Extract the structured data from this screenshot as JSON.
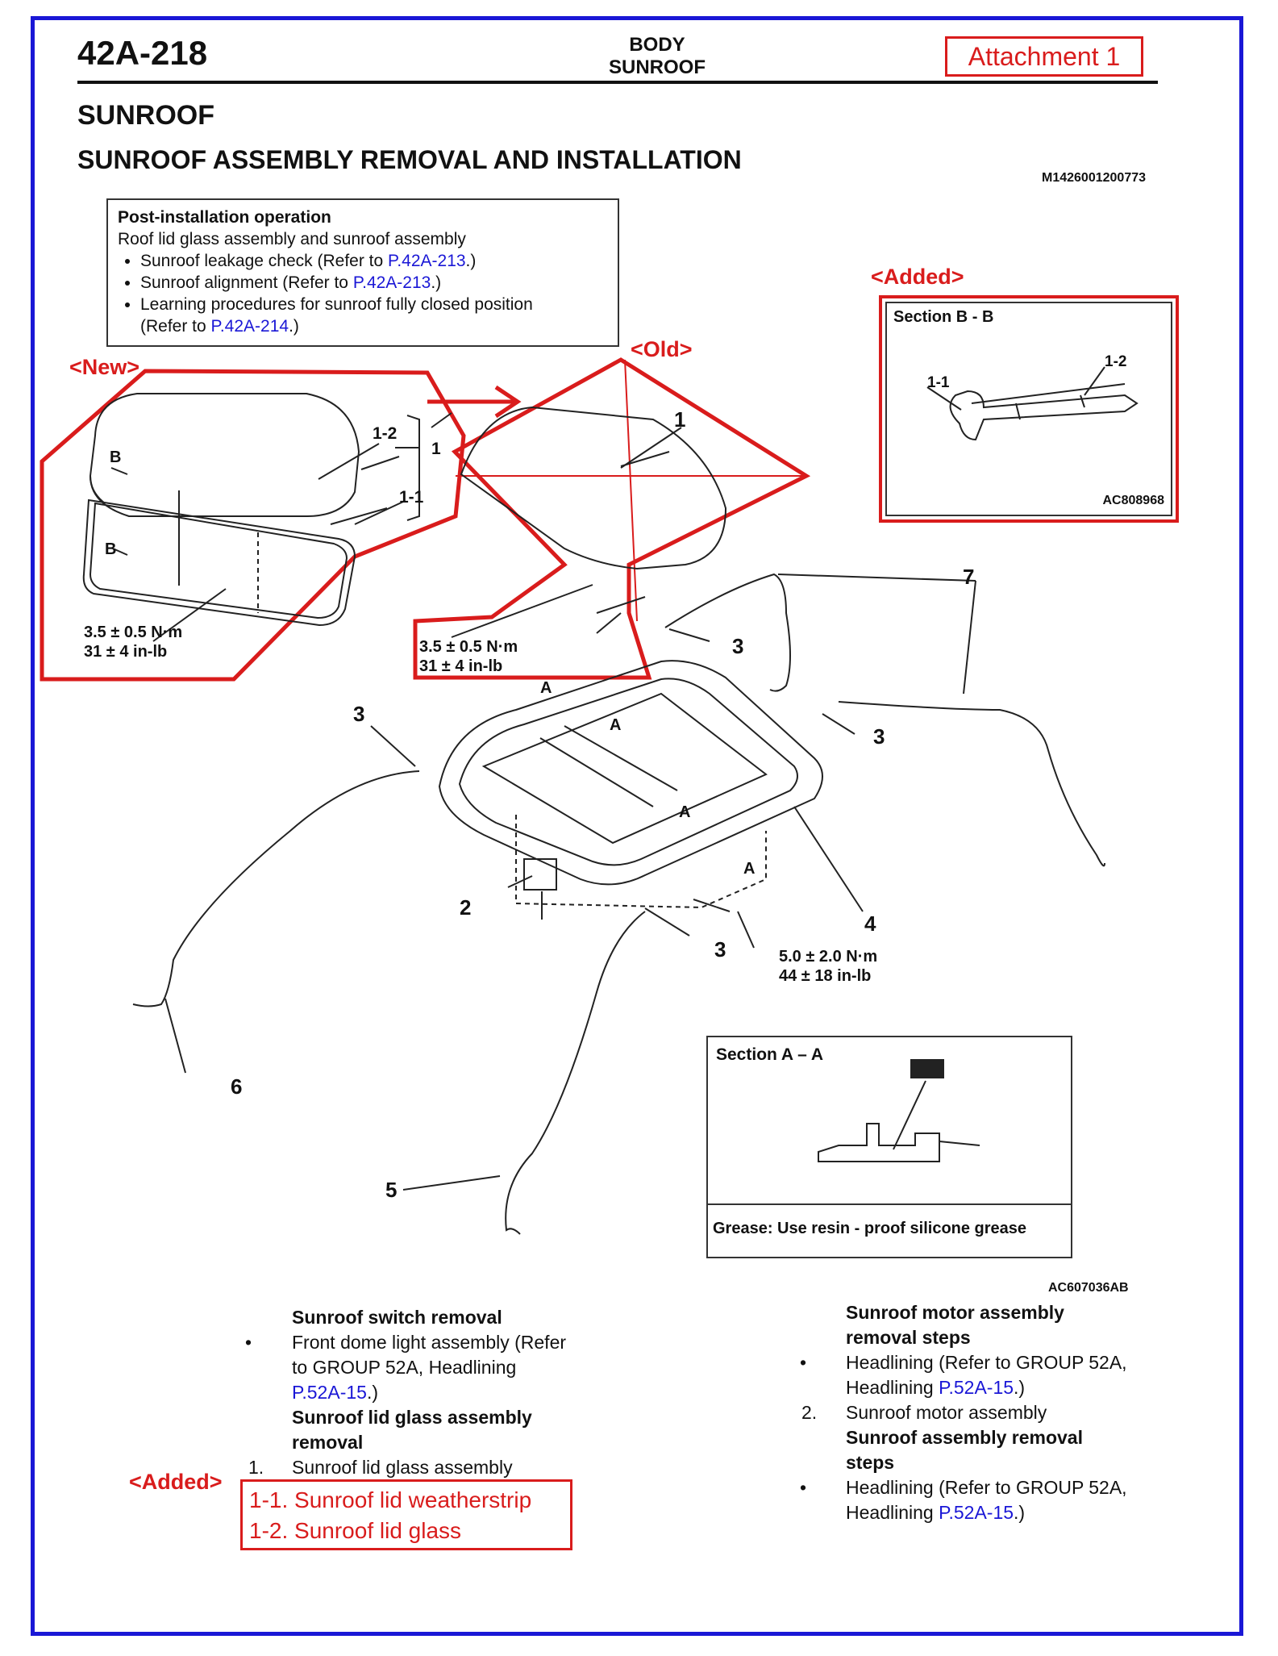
{
  "header": {
    "page_number": "42A-218",
    "section": "BODY",
    "subsection": "SUNROOF",
    "attachment": "Attachment 1"
  },
  "title": "SUNROOF",
  "subtitle": "SUNROOF ASSEMBLY REMOVAL AND INSTALLATION",
  "doc_codes": {
    "top": "M1426001200773",
    "figure": "AC607036AB",
    "section_b": "AC808968"
  },
  "post_install": {
    "heading": "Post-installation operation",
    "line": "Roof lid glass assembly and sunroof assembly",
    "items": [
      {
        "text": "Sunroof leakage check (Refer to ",
        "link": "P.42A-213",
        "tail": ".)"
      },
      {
        "text": "Sunroof alignment (Refer to ",
        "link": "P.42A-213",
        "tail": ".)"
      },
      {
        "text": "Learning procedures for sunroof fully closed position",
        "line2": "(Refer to ",
        "link": "P.42A-214",
        "tail": ".)"
      }
    ]
  },
  "tags": {
    "new": "<New>",
    "old": "<Old>",
    "added_top": "<Added>",
    "added_bottom": "<Added>"
  },
  "section_b": {
    "title": "Section B - B",
    "label_1_1": "1-1",
    "label_1_2": "1-2"
  },
  "section_a": {
    "title": "Section A – A",
    "grease": "Grease: Use resin - proof silicone grease"
  },
  "callouts": {
    "n1": "1",
    "n1_1": "1-1",
    "n1_2": "1-2",
    "n2": "2",
    "n3": "3",
    "n4": "4",
    "n5": "5",
    "n6": "6",
    "n7": "7",
    "a": "A",
    "b": "B"
  },
  "torques": {
    "new_nm": "3.5 ± 0.5 N·m",
    "new_inlb": "31 ± 4 in-lb",
    "old_nm": "3.5 ± 0.5 N·m",
    "old_inlb": "31 ± 4 in-lb",
    "frame_nm": "5.0 ± 2.0 N·m",
    "frame_inlb": "44 ± 18 in-lb"
  },
  "steps_left": {
    "switch_heading": "Sunroof switch removal",
    "switch_item_1": "Front dome light assembly (Refer",
    "switch_item_2": "to GROUP 52A, Headlining",
    "switch_link": "P.52A-15",
    "switch_tail": ".)",
    "lid_heading_1": "Sunroof lid glass assembly",
    "lid_heading_2": "removal",
    "lid_num": "1.",
    "lid_item": "Sunroof lid glass assembly",
    "added_1": "1-1. Sunroof lid weatherstrip",
    "added_2": "1-2. Sunroof lid glass"
  },
  "steps_right": {
    "motor_heading_1": "Sunroof motor assembly",
    "motor_heading_2": "removal steps",
    "motor_item_1": "Headlining (Refer to GROUP 52A,",
    "motor_item_2": "Headlining ",
    "motor_link": "P.52A-15",
    "motor_tail": ".)",
    "motor_num": "2.",
    "motor_step": "Sunroof motor assembly",
    "assy_heading_1": "Sunroof assembly removal",
    "assy_heading_2": "steps",
    "assy_item_1": "Headlining (Refer to GROUP 52A,",
    "assy_item_2": "Headlining ",
    "assy_link": "P.52A-15",
    "assy_tail": ".)"
  },
  "colors": {
    "frame": "#1a17d6",
    "annotation": "#d91c1c",
    "link": "#1a17d6"
  }
}
